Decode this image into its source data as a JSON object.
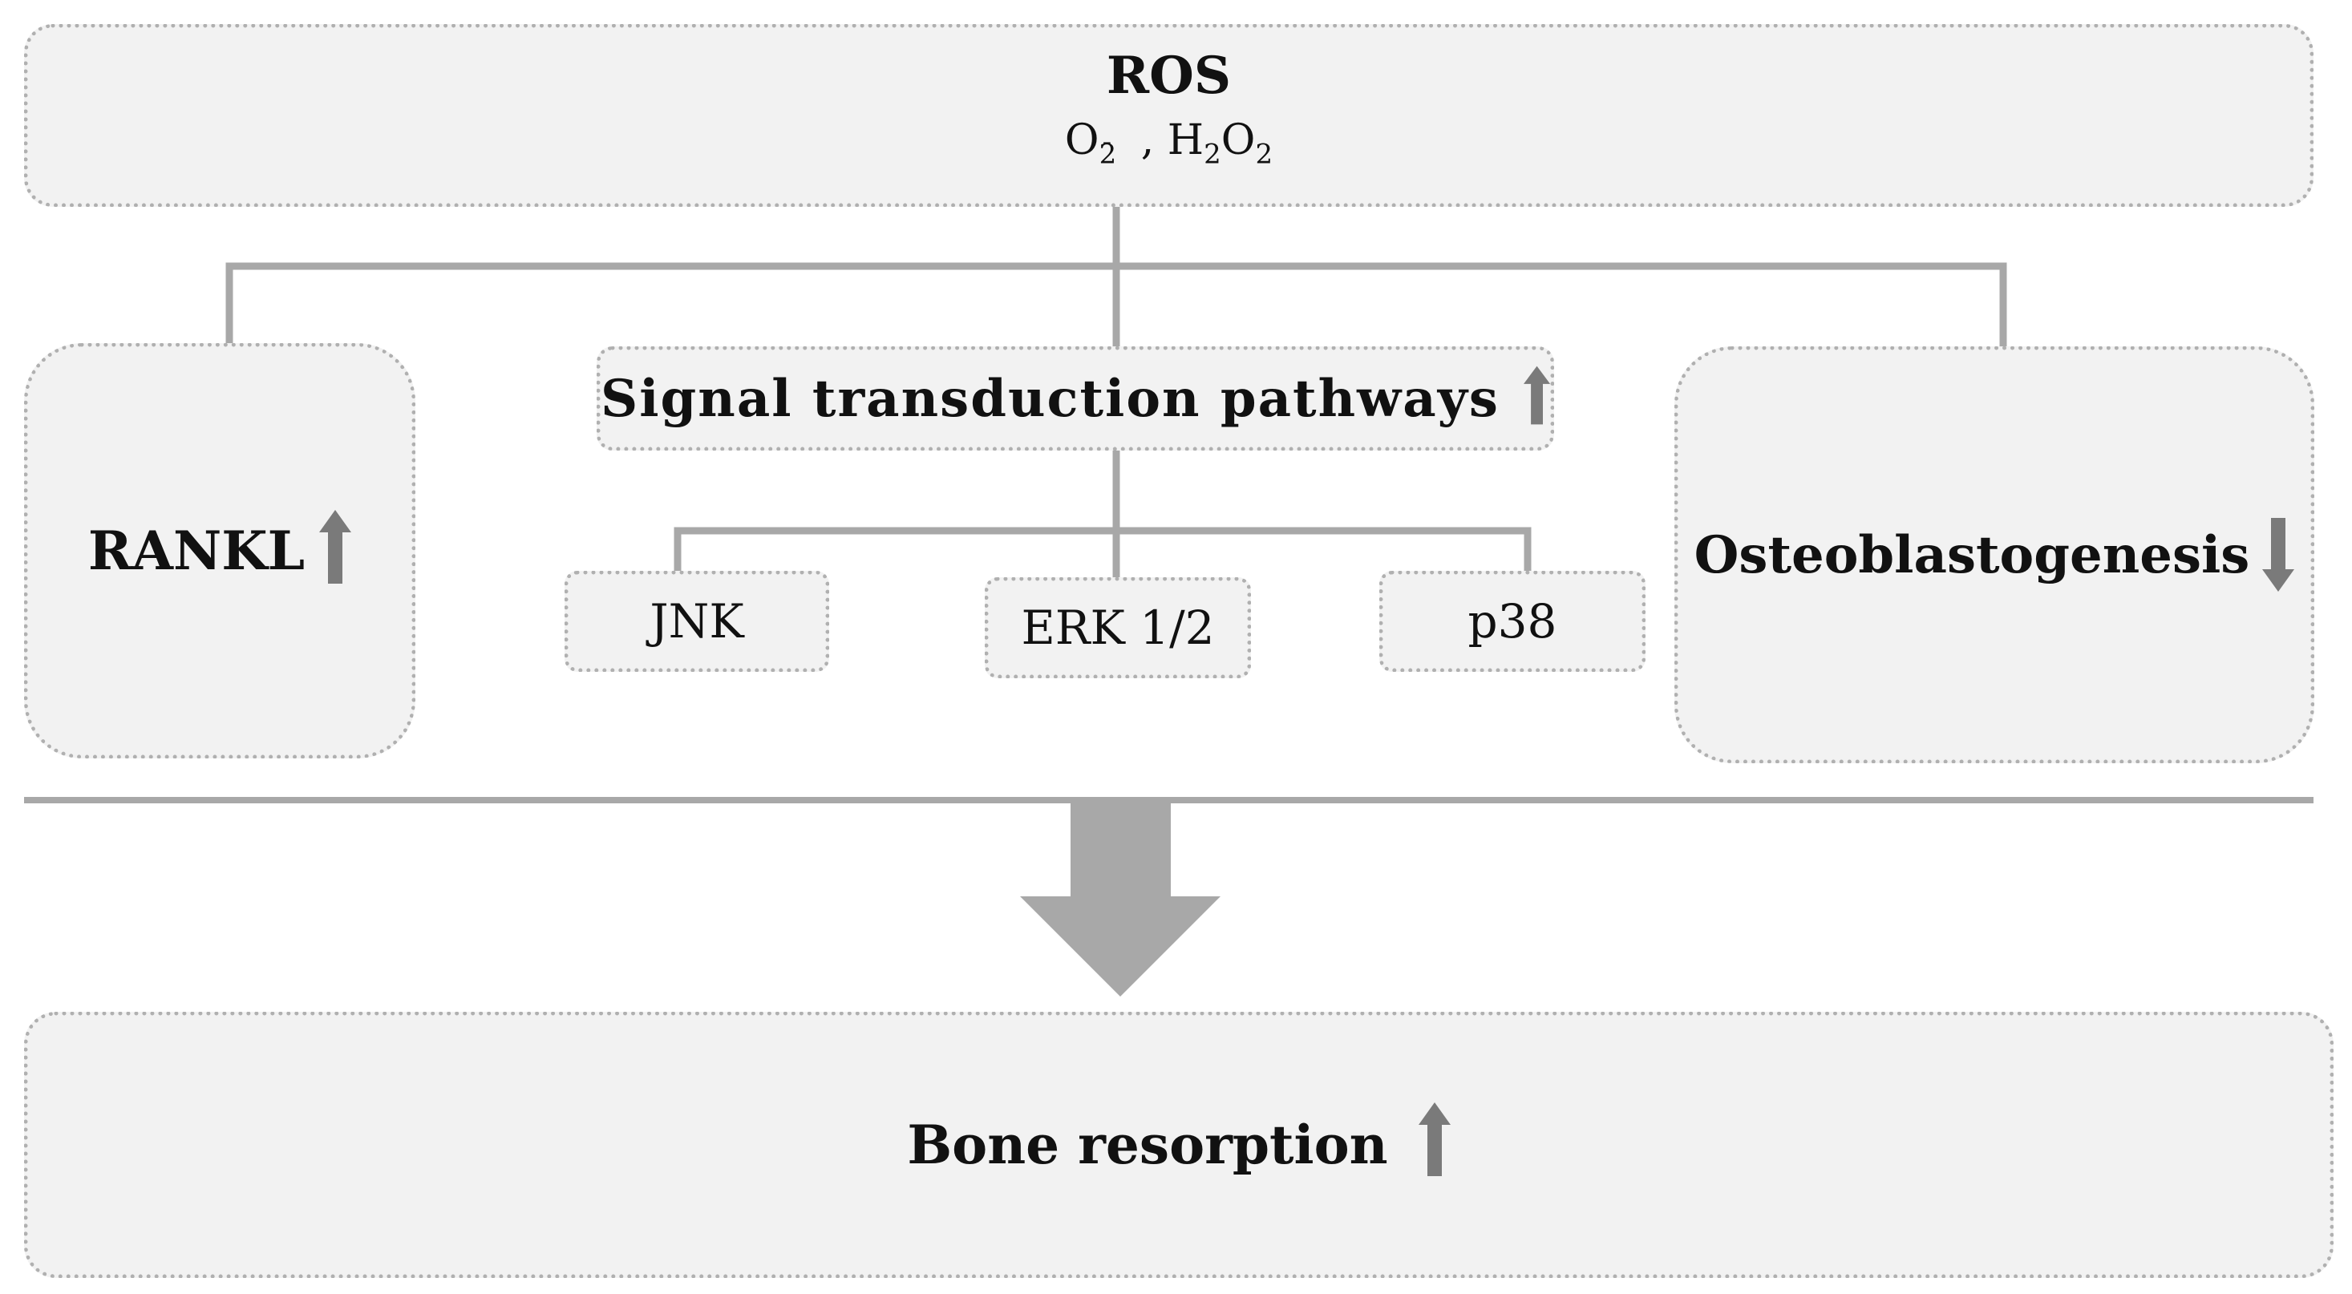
{
  "ros": {
    "title": "ROS",
    "o2": "O",
    "o2_sub": "2",
    "o2_sup": "-",
    "separator": " , ",
    "h": "H",
    "h_sub": "2",
    "o": "O",
    "o_sub": "2"
  },
  "rankl": {
    "label": "RANKL",
    "trend": "up"
  },
  "signal": {
    "label": "Signal transduction pathways",
    "trend": "up"
  },
  "kinases": [
    {
      "label": "JNK"
    },
    {
      "label": "ERK 1/2"
    },
    {
      "label": "p38"
    }
  ],
  "osteo": {
    "label": "Osteoblastogenesis",
    "trend": "down"
  },
  "bone": {
    "label": "Bone resorption",
    "trend": "up"
  },
  "colors": {
    "box_fill": "#f2f2f2",
    "box_border": "#b0b0b0",
    "connector": "#a8a8a8",
    "trend_arrow": "#7a7a7a",
    "big_arrow": "#a8a8a8"
  }
}
